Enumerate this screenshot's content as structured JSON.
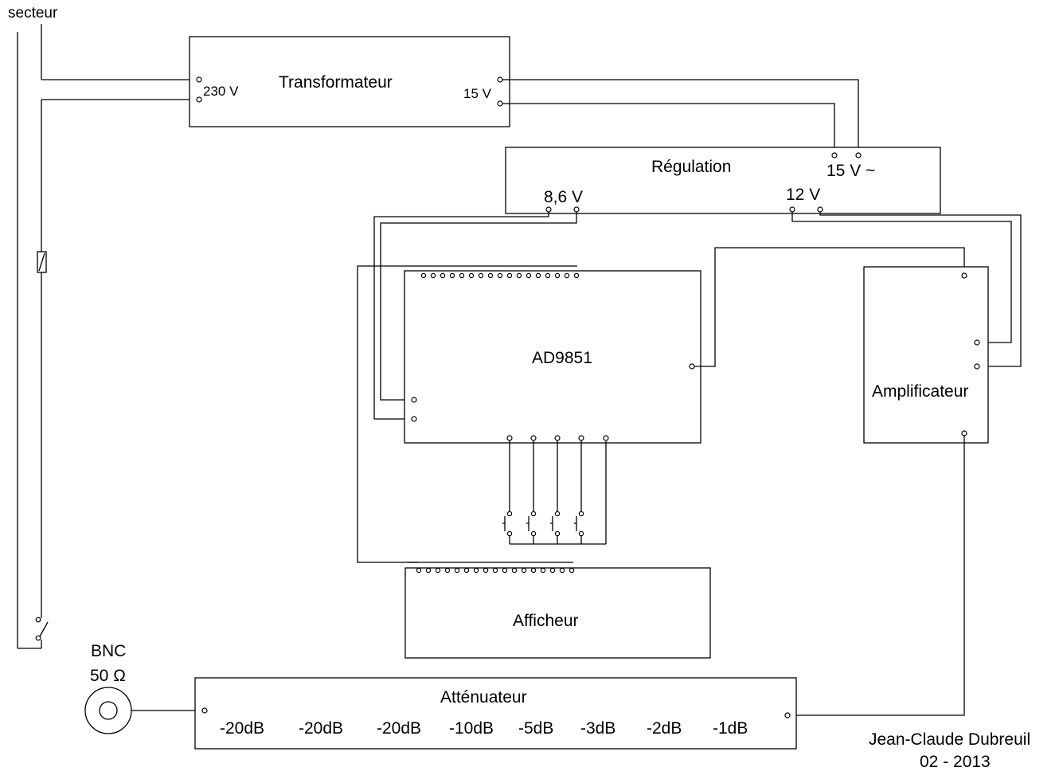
{
  "mains": {
    "label": "secteur"
  },
  "transformer": {
    "title": "Transformateur",
    "primary_label": "230 V",
    "secondary_label": "15 V"
  },
  "regulation": {
    "title": "Régulation",
    "input_label": "15 V ~",
    "out_86_label": "8,6 V",
    "out_12_label": "12 V"
  },
  "dds": {
    "title": "AD9851"
  },
  "amplifier": {
    "title": "Amplificateur"
  },
  "display": {
    "title": "Afficheur"
  },
  "connector": {
    "line1": "BNC",
    "line2": "50 Ω"
  },
  "attenuator": {
    "title": "Atténuateur",
    "steps": [
      "-20dB",
      "-20dB",
      "-20dB",
      "-10dB",
      "-5dB",
      "-3dB",
      "-2dB",
      "-1dB"
    ]
  },
  "credits": {
    "author": "Jean-Claude Dubreuil",
    "date": "02 - 2013"
  }
}
